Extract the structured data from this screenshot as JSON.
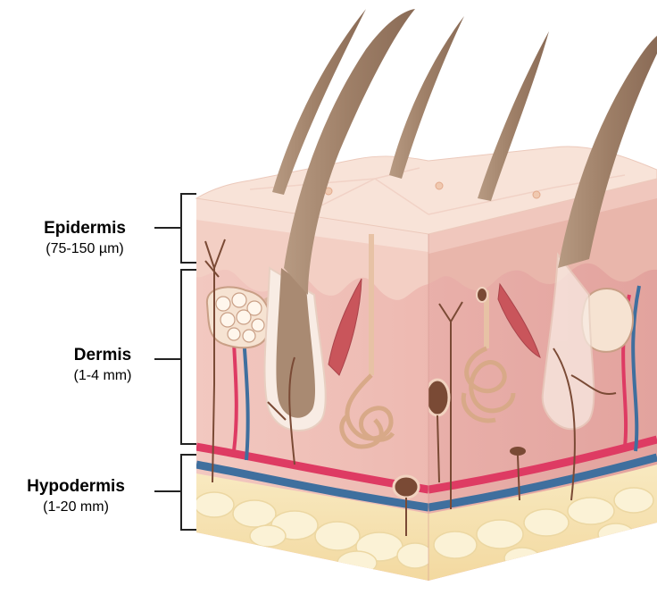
{
  "layers": [
    {
      "id": "epidermis",
      "name": "Epidermis",
      "range": "(75-150 µm)"
    },
    {
      "id": "dermis",
      "name": "Dermis",
      "range": "(1-4 mm)"
    },
    {
      "id": "hypodermis",
      "name": "Hypodermis",
      "range": "(1-20 mm)"
    }
  ],
  "colors": {
    "epidermis_top": "#f6dcd0",
    "epidermis_side": "#efc7bd",
    "dermis": "#f0c0b8",
    "dermis_dark": "#e6aaa5",
    "hypodermis": "#f7e7b6",
    "fat": "#fbf1d3",
    "hair": "#a98a72",
    "artery": "#de3b63",
    "vein": "#3f6f9e",
    "nerve": "#7a4a35",
    "gland": "#f1d2b5",
    "muscle": "#c9555b",
    "bracket": "#222222"
  }
}
